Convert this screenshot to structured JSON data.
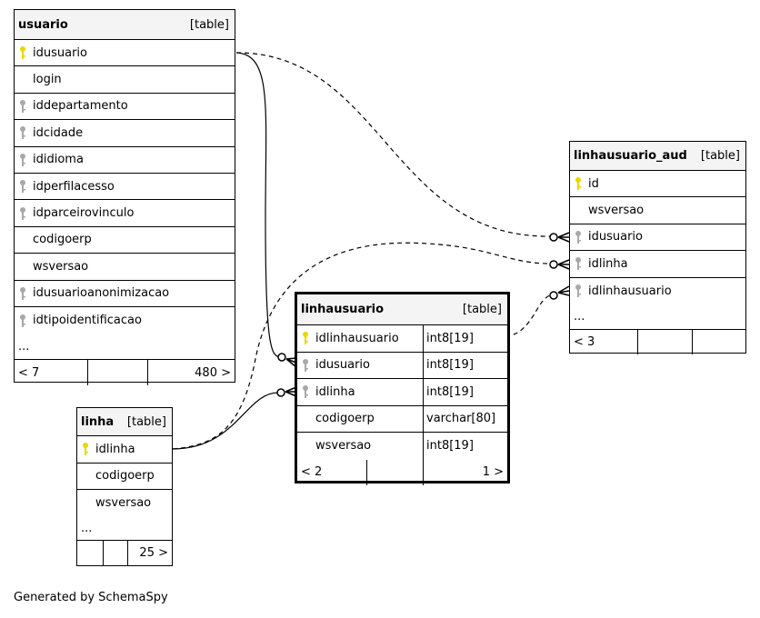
{
  "tables": {
    "usuario": {
      "name": "usuario",
      "tag": "[table]",
      "columns": [
        {
          "name": "idusuario",
          "key": "pk"
        },
        {
          "name": "login",
          "key": "none"
        },
        {
          "name": "iddepartamento",
          "key": "fk"
        },
        {
          "name": "idcidade",
          "key": "fk"
        },
        {
          "name": "ididioma",
          "key": "fk"
        },
        {
          "name": "idperfilacesso",
          "key": "fk"
        },
        {
          "name": "idparceirovinculo",
          "key": "fk"
        },
        {
          "name": "codigoerp",
          "key": "none"
        },
        {
          "name": "wsversao",
          "key": "none"
        },
        {
          "name": "idusuarioanonimizacao",
          "key": "fk"
        },
        {
          "name": "idtipoidentificacao",
          "key": "fk"
        }
      ],
      "more": "...",
      "footer": {
        "parents": "< 7",
        "mid": "",
        "children": "480 >"
      }
    },
    "linhausuario_aud": {
      "name": "linhausuario_aud",
      "tag": "[table]",
      "columns": [
        {
          "name": "id",
          "key": "pk"
        },
        {
          "name": "wsversao",
          "key": "none"
        },
        {
          "name": "idusuario",
          "key": "fk"
        },
        {
          "name": "idlinha",
          "key": "fk"
        },
        {
          "name": "idlinhausuario",
          "key": "fk"
        }
      ],
      "more": "...",
      "footer": {
        "parents": "< 3",
        "mid": "",
        "children": ""
      }
    },
    "linhausuario": {
      "name": "linhausuario",
      "tag": "[table]",
      "columns": [
        {
          "name": "idlinhausuario",
          "key": "pk",
          "type": "int8[19]"
        },
        {
          "name": "idusuario",
          "key": "fk",
          "type": "int8[19]"
        },
        {
          "name": "idlinha",
          "key": "fk",
          "type": "int8[19]"
        },
        {
          "name": "codigoerp",
          "key": "none",
          "type": "varchar[80]"
        },
        {
          "name": "wsversao",
          "key": "none",
          "type": "int8[19]"
        }
      ],
      "footer": {
        "parents": "< 2",
        "mid": "",
        "children": "1 >"
      }
    },
    "linha": {
      "name": "linha",
      "tag": "[table]",
      "columns": [
        {
          "name": "idlinha",
          "key": "pk"
        },
        {
          "name": "codigoerp",
          "key": "none"
        },
        {
          "name": "wsversao",
          "key": "none"
        }
      ],
      "more": "...",
      "footer": {
        "parents": "",
        "mid": "",
        "children": "25 >"
      }
    }
  },
  "colors": {
    "pk_key": "#e8d800",
    "fk_key": "#a8a8a8",
    "header_bg": "#f4f4f4"
  },
  "footer_text": "Generated by SchemaSpy"
}
